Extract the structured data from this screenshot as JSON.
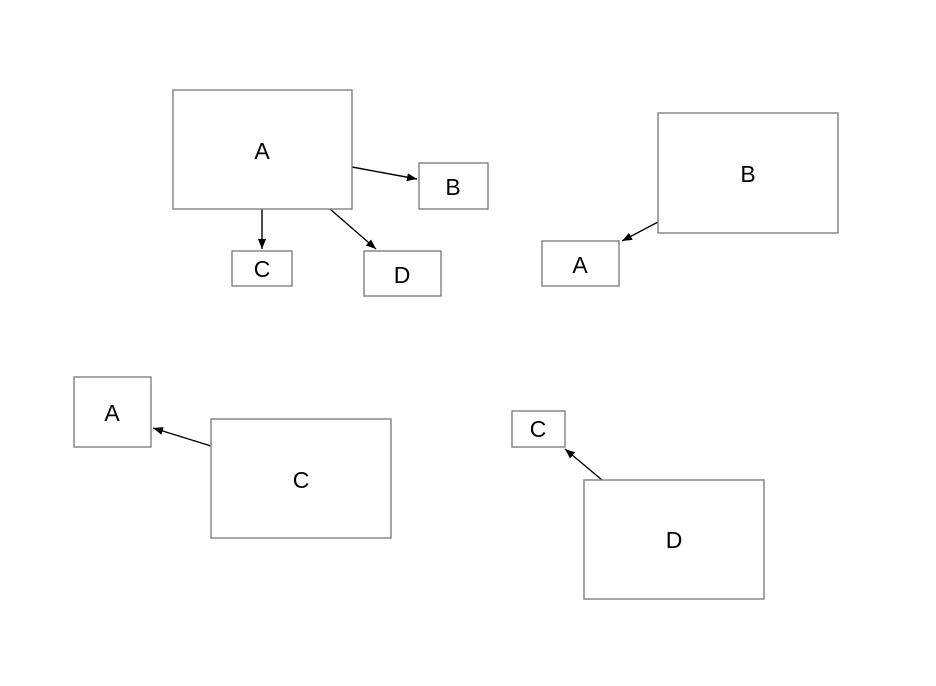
{
  "colors": {
    "background": "#ffffff",
    "box_border": "#7f7f7f",
    "text": "#000000",
    "arrow": "#000000"
  },
  "diagrams": [
    {
      "id": "view-a",
      "nodes": [
        {
          "id": "a",
          "label": "A"
        },
        {
          "id": "b",
          "label": "B"
        },
        {
          "id": "c",
          "label": "C"
        },
        {
          "id": "d",
          "label": "D"
        }
      ],
      "edges": [
        {
          "from": "A",
          "to": "B"
        },
        {
          "from": "A",
          "to": "C"
        },
        {
          "from": "A",
          "to": "D"
        }
      ]
    },
    {
      "id": "view-b",
      "nodes": [
        {
          "id": "b",
          "label": "B"
        },
        {
          "id": "a",
          "label": "A"
        }
      ],
      "edges": [
        {
          "from": "B",
          "to": "A"
        }
      ]
    },
    {
      "id": "view-c",
      "nodes": [
        {
          "id": "c",
          "label": "C"
        },
        {
          "id": "a",
          "label": "A"
        }
      ],
      "edges": [
        {
          "from": "C",
          "to": "A"
        }
      ]
    },
    {
      "id": "view-d",
      "nodes": [
        {
          "id": "d",
          "label": "D"
        },
        {
          "id": "c",
          "label": "C"
        }
      ],
      "edges": [
        {
          "from": "D",
          "to": "C"
        }
      ]
    }
  ]
}
